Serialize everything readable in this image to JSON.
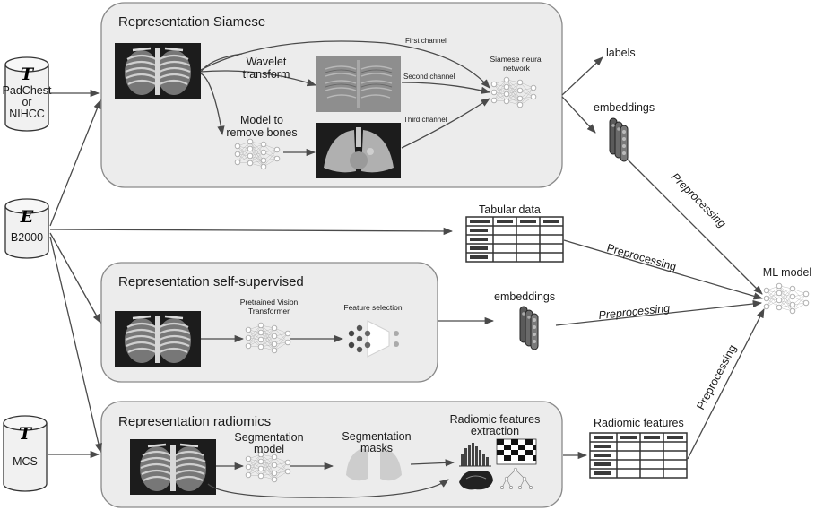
{
  "sources": {
    "padchest": {
      "letter": "T",
      "line1": "PadChest",
      "line2": "or",
      "line3": "NIHCC"
    },
    "b2000": {
      "letter": "E",
      "label": "B2000"
    },
    "mcs": {
      "letter": "T",
      "label": "MCS"
    }
  },
  "siamese": {
    "title": "Representation Siamese",
    "wavelet_line1": "Wavelet",
    "wavelet_line2": "transform",
    "bones_line1": "Model to",
    "bones_line2": "remove bones",
    "first_channel": "First channel",
    "second_channel": "Second channel",
    "third_channel": "Third channel",
    "network_line1": "Siamese neural",
    "network_line2": "network"
  },
  "outputs": {
    "labels": "labels",
    "embeddings_top": "embeddings",
    "tabular": "Tabular data",
    "embeddings_mid": "embeddings",
    "radiomic_features": "Radiomic features",
    "ml_model": "ML model"
  },
  "preprocessing": {
    "p1": "Preprocessing",
    "p2": "Preprocessing",
    "p3": "Preprocessing",
    "p4": "Preprocessing"
  },
  "selfsup": {
    "title": "Representation self-supervised",
    "vit_line1": "Pretrained Vision",
    "vit_line2": "Transformer",
    "feature_selection": "Feature selection"
  },
  "radiomics": {
    "title": "Representation radiomics",
    "seg_model_line1": "Segmentation",
    "seg_model_line2": "model",
    "seg_masks_line1": "Segmentation",
    "seg_masks_line2": "masks",
    "extract_line1": "Radiomic features",
    "extract_line2": "extraction"
  },
  "colors": {
    "panel": "#ececec",
    "arrow": "#4a4a4a",
    "xray": "#1c1c1c"
  }
}
